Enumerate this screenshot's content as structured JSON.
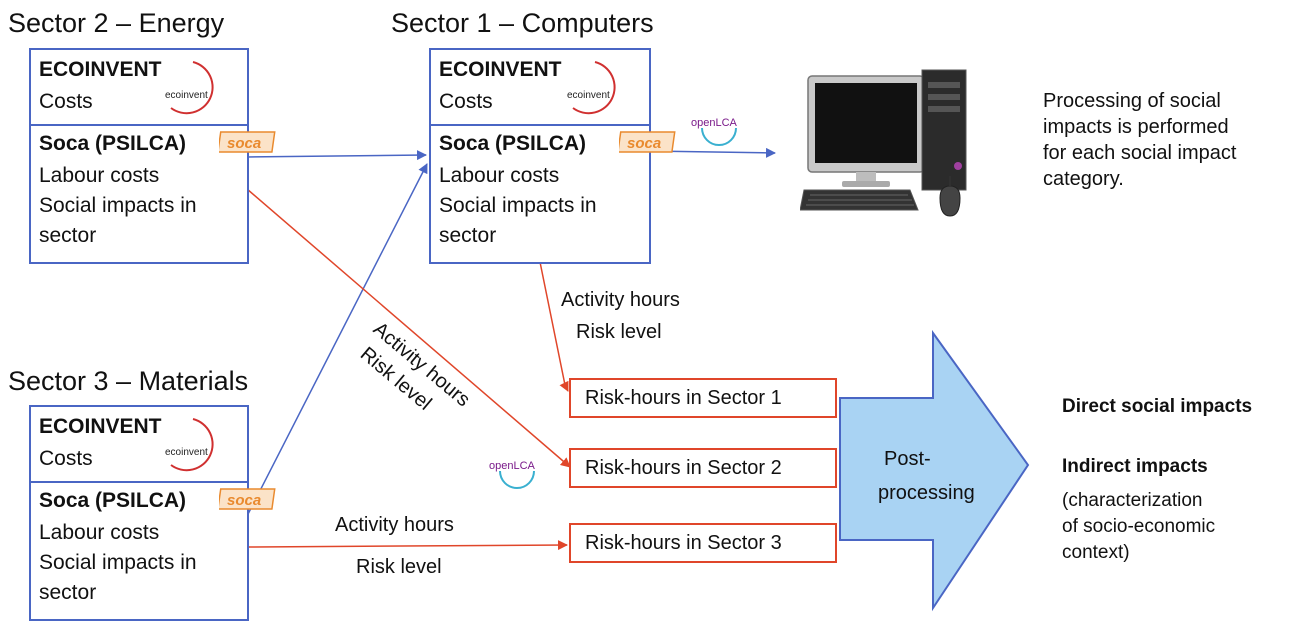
{
  "sectors": {
    "s2": {
      "title": "Sector 2 – Energy",
      "db_name": "ECOINVENT",
      "db_sub": "Costs",
      "soca": "Soca (PSILCA)",
      "line1": "Labour costs",
      "line2": "Social impacts in",
      "line3": "sector"
    },
    "s1": {
      "title": "Sector 1 – Computers",
      "db_name": "ECOINVENT",
      "db_sub": "Costs",
      "soca": "Soca (PSILCA)",
      "line1": "Labour costs",
      "line2": "Social impacts in",
      "line3": "sector"
    },
    "s3": {
      "title": "Sector 3 – Materials",
      "db_name": "ECOINVENT",
      "db_sub": "Costs",
      "soca": "Soca (PSILCA)",
      "line1": "Labour costs",
      "line2": "Social impacts in",
      "line3": "sector"
    }
  },
  "logos": {
    "ecoinvent": "ecoinvent",
    "soca": "soca",
    "openlca": "openLCA"
  },
  "flows": {
    "s1_activity": "Activity hours",
    "s1_risk": "Risk level",
    "s2_activity": "Activity hours",
    "s2_risk": "Risk level",
    "s3_activity": "Activity hours",
    "s3_risk": "Risk level"
  },
  "risk_boxes": [
    "Risk-hours in Sector 1",
    "Risk-hours in Sector 2",
    "Risk-hours in Sector 3"
  ],
  "post_processing": {
    "line1": "Post-",
    "line2": "processing"
  },
  "processing_note": [
    "Processing of social",
    "impacts is performed",
    "for each social impact",
    "category."
  ],
  "results": {
    "direct": "Direct social impacts",
    "indirect": "Indirect impacts",
    "indirect_detail": [
      "(characterization",
      "of socio-economic",
      "context)"
    ]
  },
  "colors": {
    "box_border": "#4a66c4",
    "blue_arrow": "#4a66c4",
    "red_arrow": "#e0462a",
    "big_arrow_fill": "#a9d3f3"
  }
}
